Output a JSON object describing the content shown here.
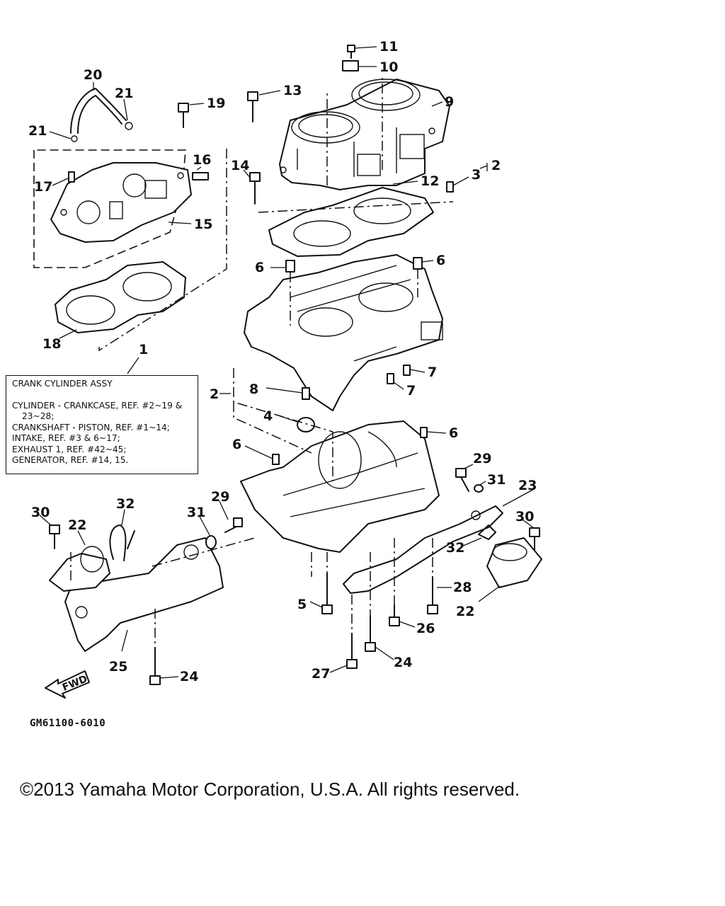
{
  "callouts": {
    "c1": "1",
    "c2": "2",
    "c2b": "2",
    "c3": "3",
    "c4": "4",
    "c5": "5",
    "c6a": "6",
    "c6b": "6",
    "c6c": "6",
    "c6d": "6",
    "c7a": "7",
    "c7b": "7",
    "c8": "8",
    "c9": "9",
    "c10": "10",
    "c11": "11",
    "c12": "12",
    "c13": "13",
    "c14": "14",
    "c15": "15",
    "c16": "16",
    "c17": "17",
    "c18": "18",
    "c19": "19",
    "c20": "20",
    "c21a": "21",
    "c21b": "21",
    "c22a": "22",
    "c22b": "22",
    "c23": "23",
    "c24a": "24",
    "c24b": "24",
    "c25": "25",
    "c26": "26",
    "c27": "27",
    "c28": "28",
    "c29a": "29",
    "c29b": "29",
    "c30a": "30",
    "c30b": "30",
    "c31a": "31",
    "c31b": "31",
    "c32a": "32",
    "c32b": "32"
  },
  "assy_box": {
    "title": "CRANK CYLINDER ASSY",
    "line1": "CYLINDER - CRANKCASE, REF. #2~19 &",
    "line2": "23~28;",
    "line3": "CRANKSHAFT - PISTON, REF. #1~14;",
    "line4": "INTAKE, REF. #3 & 6~17;",
    "line5": "EXHAUST 1, REF. #42~45;",
    "line6": "GENERATOR, REF. #14, 15."
  },
  "fwd_arrow": "FWD",
  "figure_code": "GM61100-6010",
  "copyright": "©2013 Yamaha Motor Corporation, U.S.A. All rights reserved."
}
